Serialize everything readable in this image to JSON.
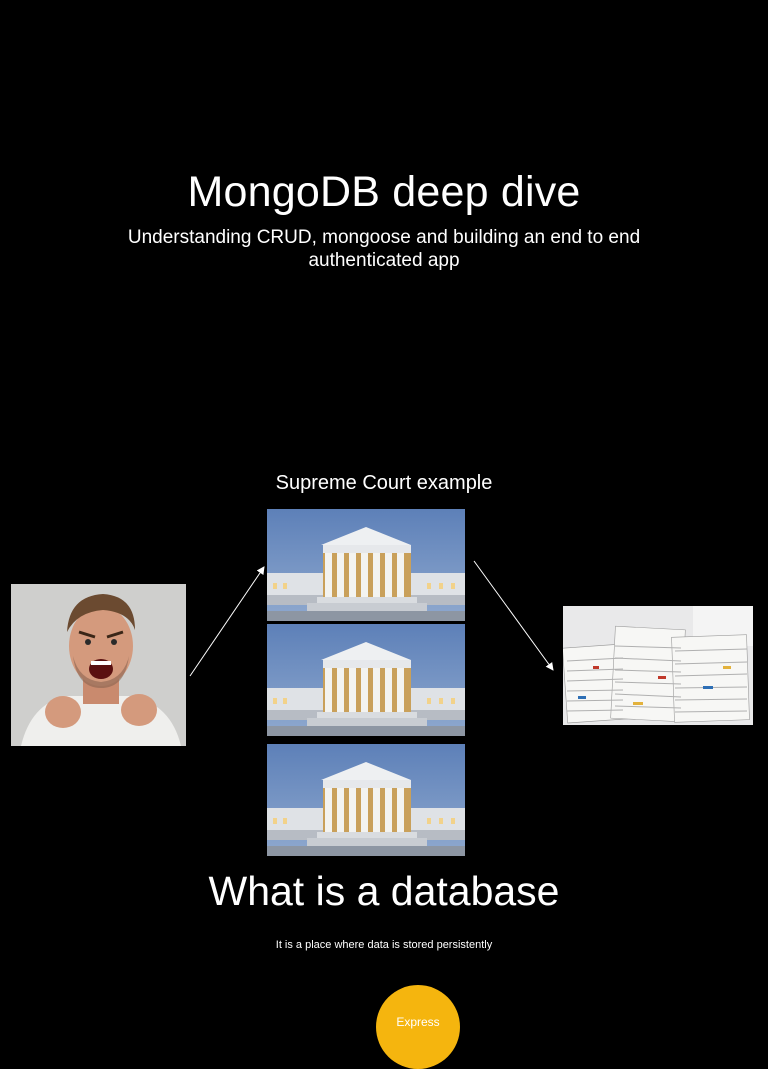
{
  "slide1": {
    "title": "MongoDB deep dive",
    "subtitle": "Understanding CRUD, mongoose and building an end to end authenticated app"
  },
  "slide2": {
    "title": "Supreme Court example",
    "images": {
      "left": "angry-person-photo",
      "center": [
        "supreme-court-building-photo",
        "supreme-court-building-photo",
        "supreme-court-building-photo"
      ],
      "right": "paper-files-stack-photo"
    }
  },
  "slide3": {
    "title": "What is a database",
    "caption": "It is a place where data is stored persistently",
    "badge_label": "Express"
  },
  "colors": {
    "background": "#000000",
    "text": "#ffffff",
    "badge": "#f5b50e"
  }
}
